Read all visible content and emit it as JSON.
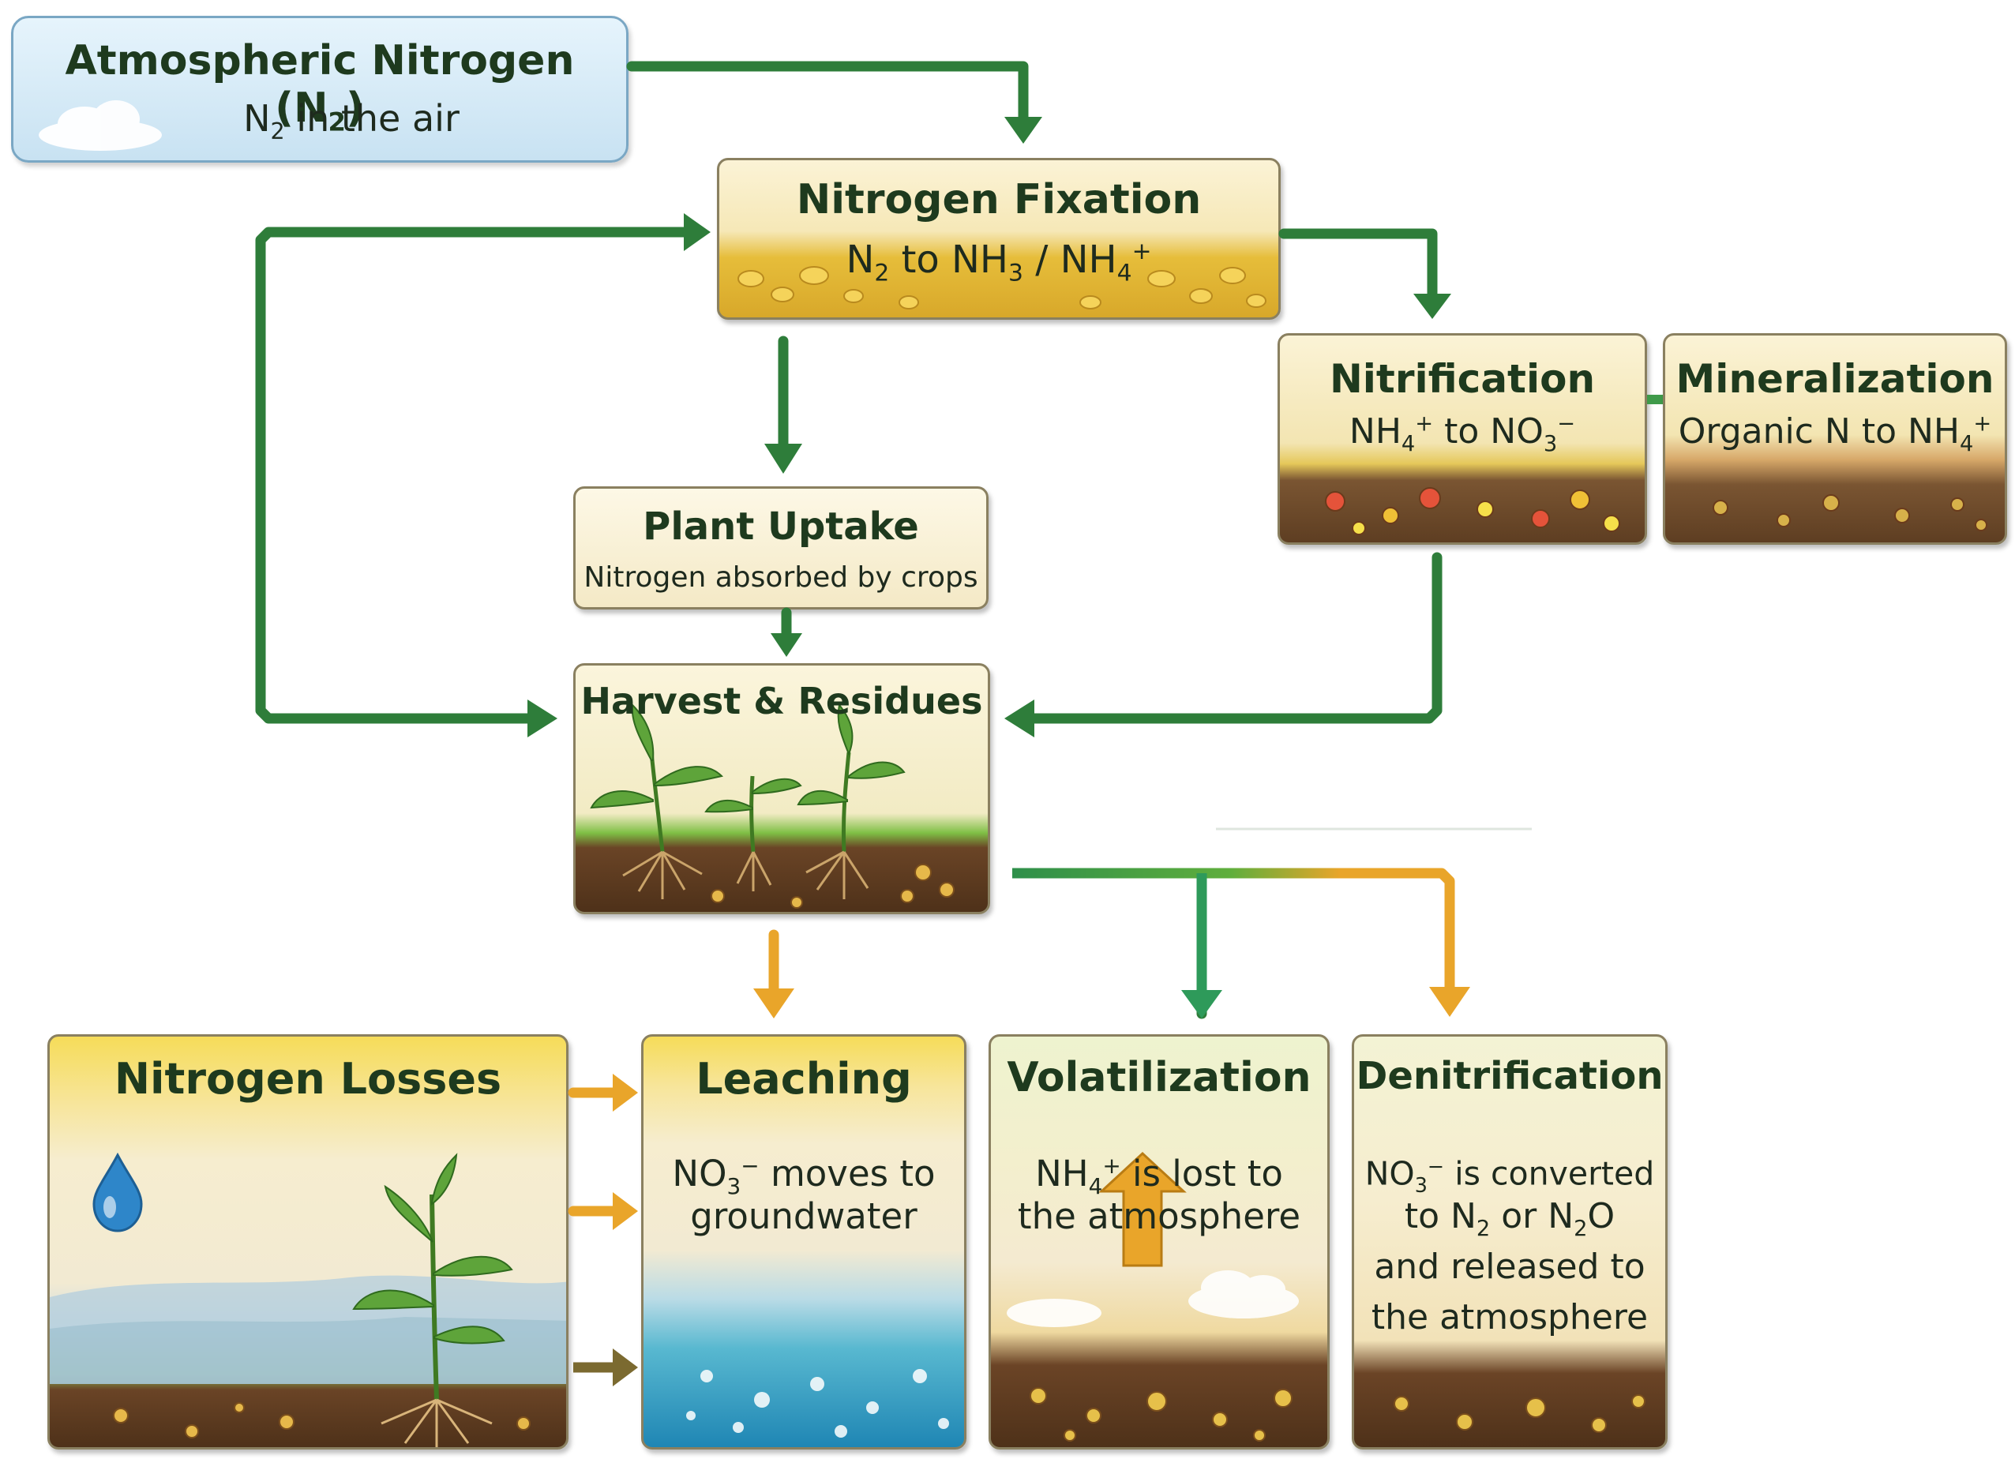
{
  "atmospheric": {
    "title_a": "Atmospheric Nitrogen (N",
    "title_sub": "2",
    "title_b": ")",
    "sub_a": "N",
    "sub_sub": "2",
    "sub_b": " in the air"
  },
  "fixation": {
    "title": "Nitrogen Fixation",
    "s1": "N",
    "s2": "2",
    "s3": " to NH",
    "s4": "3",
    "s5": " / NH",
    "s6": "4",
    "s7": "+"
  },
  "nitrification": {
    "title": "Nitrification",
    "s1": "NH",
    "s2": "4",
    "s3": "+",
    "s4": " to NO",
    "s5": "3",
    "s6": "−"
  },
  "mineralization": {
    "title": "Mineralization",
    "s1": "Organic N to NH",
    "s2": "4",
    "s3": "+"
  },
  "plant_uptake": {
    "title": "Plant Uptake",
    "subtitle": "Nitrogen absorbed by crops"
  },
  "harvest": {
    "title": "Harvest & Residues"
  },
  "losses": {
    "title": "Nitrogen Losses"
  },
  "leaching": {
    "title": "Leaching",
    "l1a": "NO",
    "l1b": "3",
    "l1c": "−",
    "l1d": " moves to",
    "l2": "groundwater"
  },
  "volatilization": {
    "title": "Volatilization",
    "l1a": "NH",
    "l1b": "4",
    "l1c": "+",
    "l1d": " is lost to",
    "l2": "the atmosphere"
  },
  "denitrification": {
    "title": "Denitrification",
    "l1a": "NO",
    "l1b": "3",
    "l1c": "−",
    "l1d": " is converted",
    "l2a": "to N",
    "l2b": "2",
    "l2c": " or N",
    "l2d": "2",
    "l2e": "O",
    "l3": "and released to",
    "l4": "the atmosphere"
  },
  "colors": {
    "green_arrow": "#2e7d3a",
    "orange_arrow": "#e9a52a",
    "sky_box": "#d6ecf7",
    "parchment": "#f6ecc8",
    "gold": "#e0b52e",
    "soil": "#6b4a2a"
  }
}
